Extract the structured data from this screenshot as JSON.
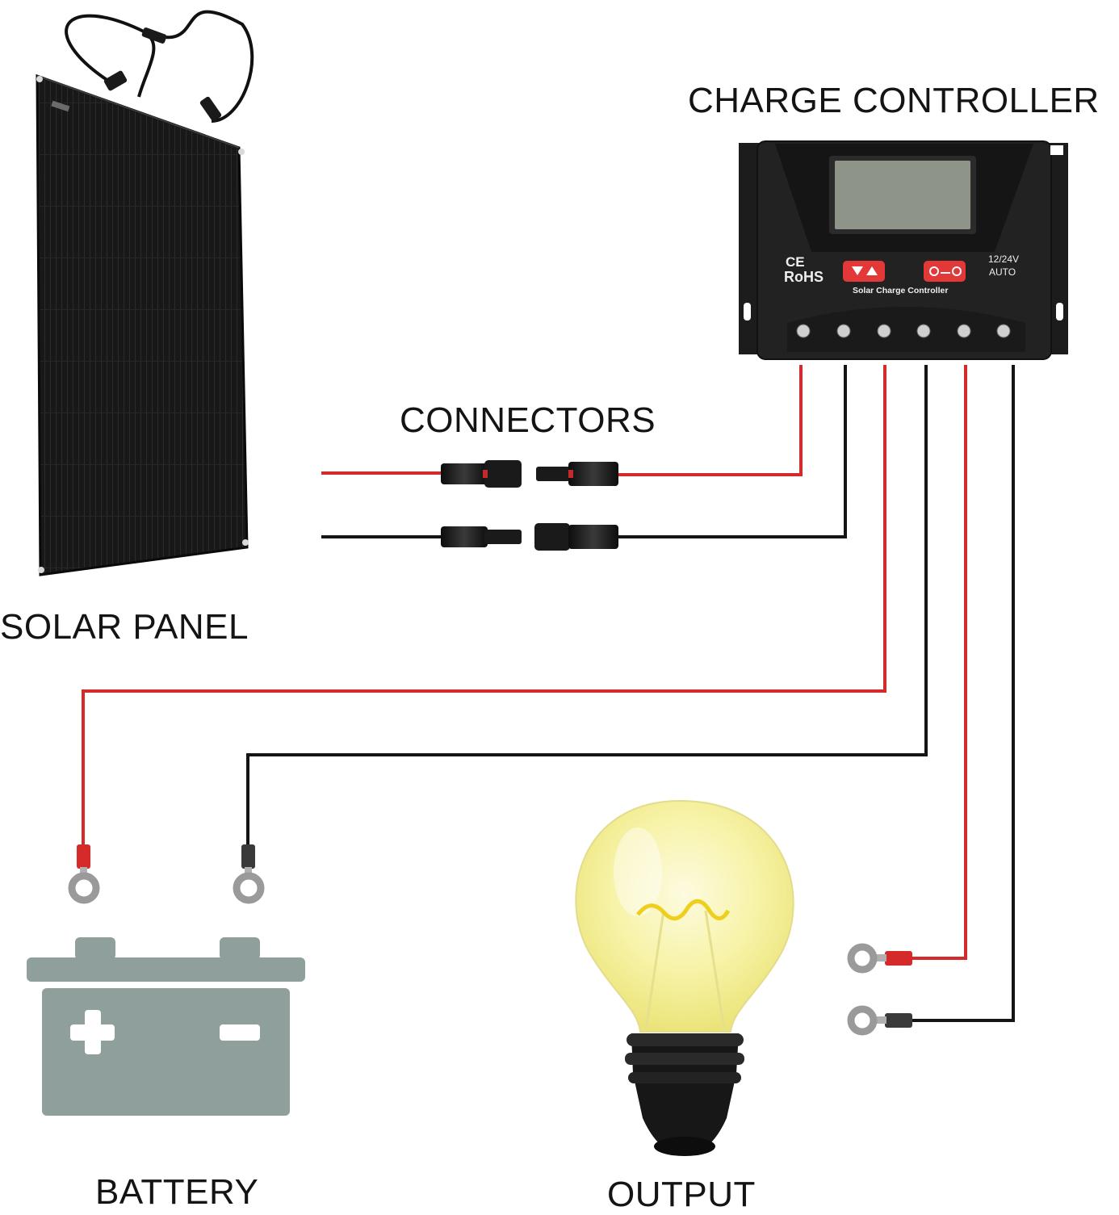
{
  "labels": {
    "charge_controller": "CHARGE CONTROLLER",
    "connectors": "CONNECTORS",
    "solar_panel": "SOLAR PANEL",
    "battery": "BATTERY",
    "output": "OUTPUT"
  },
  "controller": {
    "ce_mark": "CE",
    "rohs_mark": "RoHS",
    "voltage": "12/24V",
    "mode": "AUTO",
    "name": "Solar Charge Controller"
  },
  "colors": {
    "positive_wire": "#d42a2a",
    "negative_wire": "#141414",
    "battery": "#8f9f9b",
    "controller_body": "#222222",
    "lcd": "#8f9489",
    "button": "#e23838"
  }
}
